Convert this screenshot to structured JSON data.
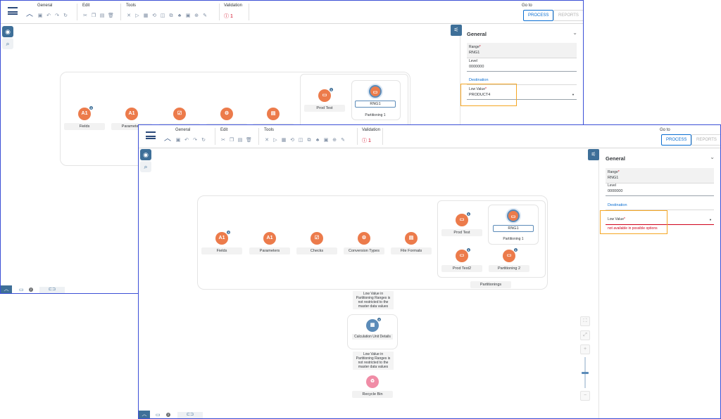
{
  "toolbar": {
    "groups": {
      "general": "General",
      "edit": "Edit",
      "tools": "Tools",
      "validation": "Validation"
    },
    "validation_count": "1",
    "goto": {
      "title": "Go to",
      "process": "PROCESS",
      "reports": "REPORTS"
    }
  },
  "nodes": {
    "fields": "Fields",
    "parameters": "Parameters",
    "checks": "Checks",
    "conversion_types": "Conversion Types",
    "file_formats": "File Formats",
    "prod_test": "Prod Test",
    "rng1": "RNG1",
    "partitioning1": "Partitioning 1",
    "prod_test2": "Prod Test2",
    "partitioning2": "Partitioning 2",
    "partitionings": "Partitionings",
    "calc_unit_details": "Calculation Unit Details",
    "recycle_bin": "Recycle Bin"
  },
  "badges": {
    "fields": "3",
    "prod_test": "1",
    "prod_test2": "1",
    "partitioning2": "1",
    "calc_unit": "4",
    "bottom_count": "2"
  },
  "notes": {
    "note1": "Low Value in Partitioning Ranges is not restricted to the master data values",
    "note2": "Low Value in Partitioning Ranges is not restricted to the master data values"
  },
  "panel": {
    "title": "General",
    "range_label": "Range",
    "range_value": "RNG1",
    "level_label": "Level",
    "level_value": "0000000",
    "destination_label": "Destination",
    "low_value_label": "Low Value",
    "low_value_back": "PRODUCT4",
    "low_value_error": "not available in possible options"
  },
  "colors": {
    "accent": "#0a6ed1",
    "node_orange": "#ec7b4b",
    "error": "#d0021b",
    "highlight": "#f5a623"
  }
}
